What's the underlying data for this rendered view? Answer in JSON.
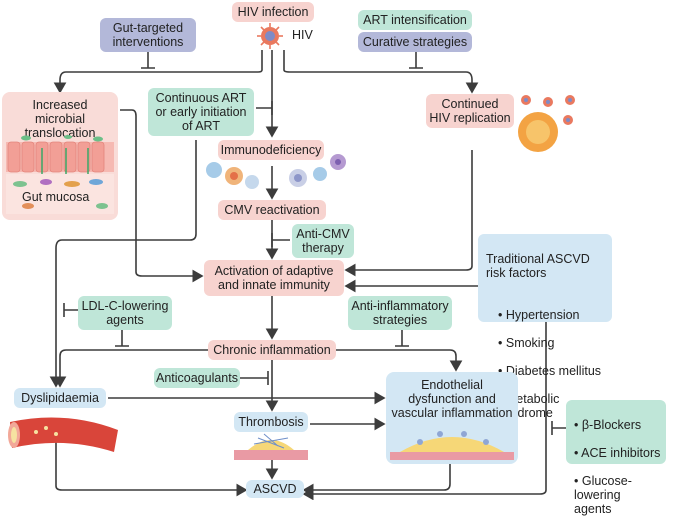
{
  "nodes": {
    "hiv_infection": "HIV infection",
    "hiv_label": "HIV",
    "gut_targeted": "Gut-targeted\ninterventions",
    "art_intensification": "ART intensification",
    "curative": "Curative strategies",
    "microbial": "Increased microbial\ntranslocation",
    "gut_mucosa": "Gut mucosa",
    "continuous_art": "Continuous ART\nor early initiation\nof ART",
    "immunodeficiency": "Immunodeficiency",
    "continued_hiv": "Continued\nHIV replication",
    "cmv": "CMV reactivation",
    "anti_cmv": "Anti-CMV\ntherapy",
    "activation": "Activation of adaptive\nand innate immunity",
    "traditional_title": "Traditional ASCVD\nrisk factors",
    "traditional_items": [
      "Hypertension",
      "Smoking",
      "Diabetes mellitus",
      "Metabolic syndrome"
    ],
    "ldl": "LDL-C-lowering\nagents",
    "anti_inflam": "Anti-inflammatory\nstrategies",
    "chronic": "Chronic inflammation",
    "dyslipidaemia": "Dyslipidaemia",
    "anticoagulants": "Anticoagulants",
    "endothelial": "Endothelial\ndysfunction and\nvascular inflammation",
    "thrombosis": "Thrombosis",
    "ascvd": "ASCVD",
    "drug_items": [
      "β-Blockers",
      "ACE inhibitors",
      "Glucose-lowering\nagents"
    ]
  },
  "colors": {
    "pathway": "#f7d3cf",
    "intervention": "#bfe6d8",
    "gut_intervention": "#b3b8d9",
    "risk": "#d3e7f4",
    "arrow": "#3c3c3c"
  }
}
